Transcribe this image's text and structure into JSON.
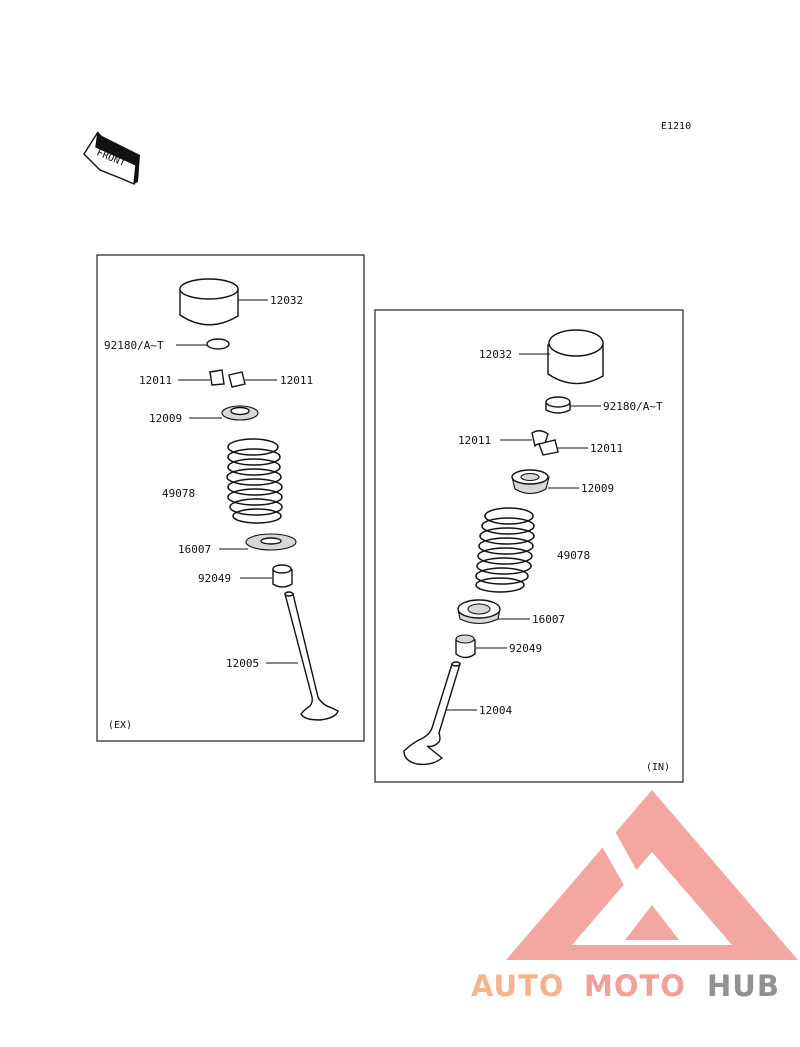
{
  "header": {
    "code": "E1210",
    "front_arrow_label": "FRONT"
  },
  "panels": {
    "exhaust": {
      "tag": "(EX)",
      "labels": {
        "tappet": "12032",
        "shim": "92180/A~T",
        "cotter_left": "12011",
        "cotter_right": "12011",
        "retainer": "12009",
        "spring": "49078",
        "seat": "16007",
        "seal": "92049",
        "valve": "12005"
      }
    },
    "intake": {
      "tag": "(IN)",
      "labels": {
        "tappet": "12032",
        "shim": "92180/A~T",
        "cotter_left": "12011",
        "cotter_right": "12011",
        "retainer": "12009",
        "spring": "49078",
        "seat": "16007",
        "seal": "92049",
        "valve": "12004"
      }
    }
  },
  "watermark": {
    "brand_part1": "AUTO",
    "brand_part2": "MOTO",
    "brand_part3": "HUB",
    "colors": {
      "orange": "#f5b088",
      "salmon": "#f39b95",
      "gray": "#8c8c8c",
      "logo": "#f4a39d"
    }
  }
}
